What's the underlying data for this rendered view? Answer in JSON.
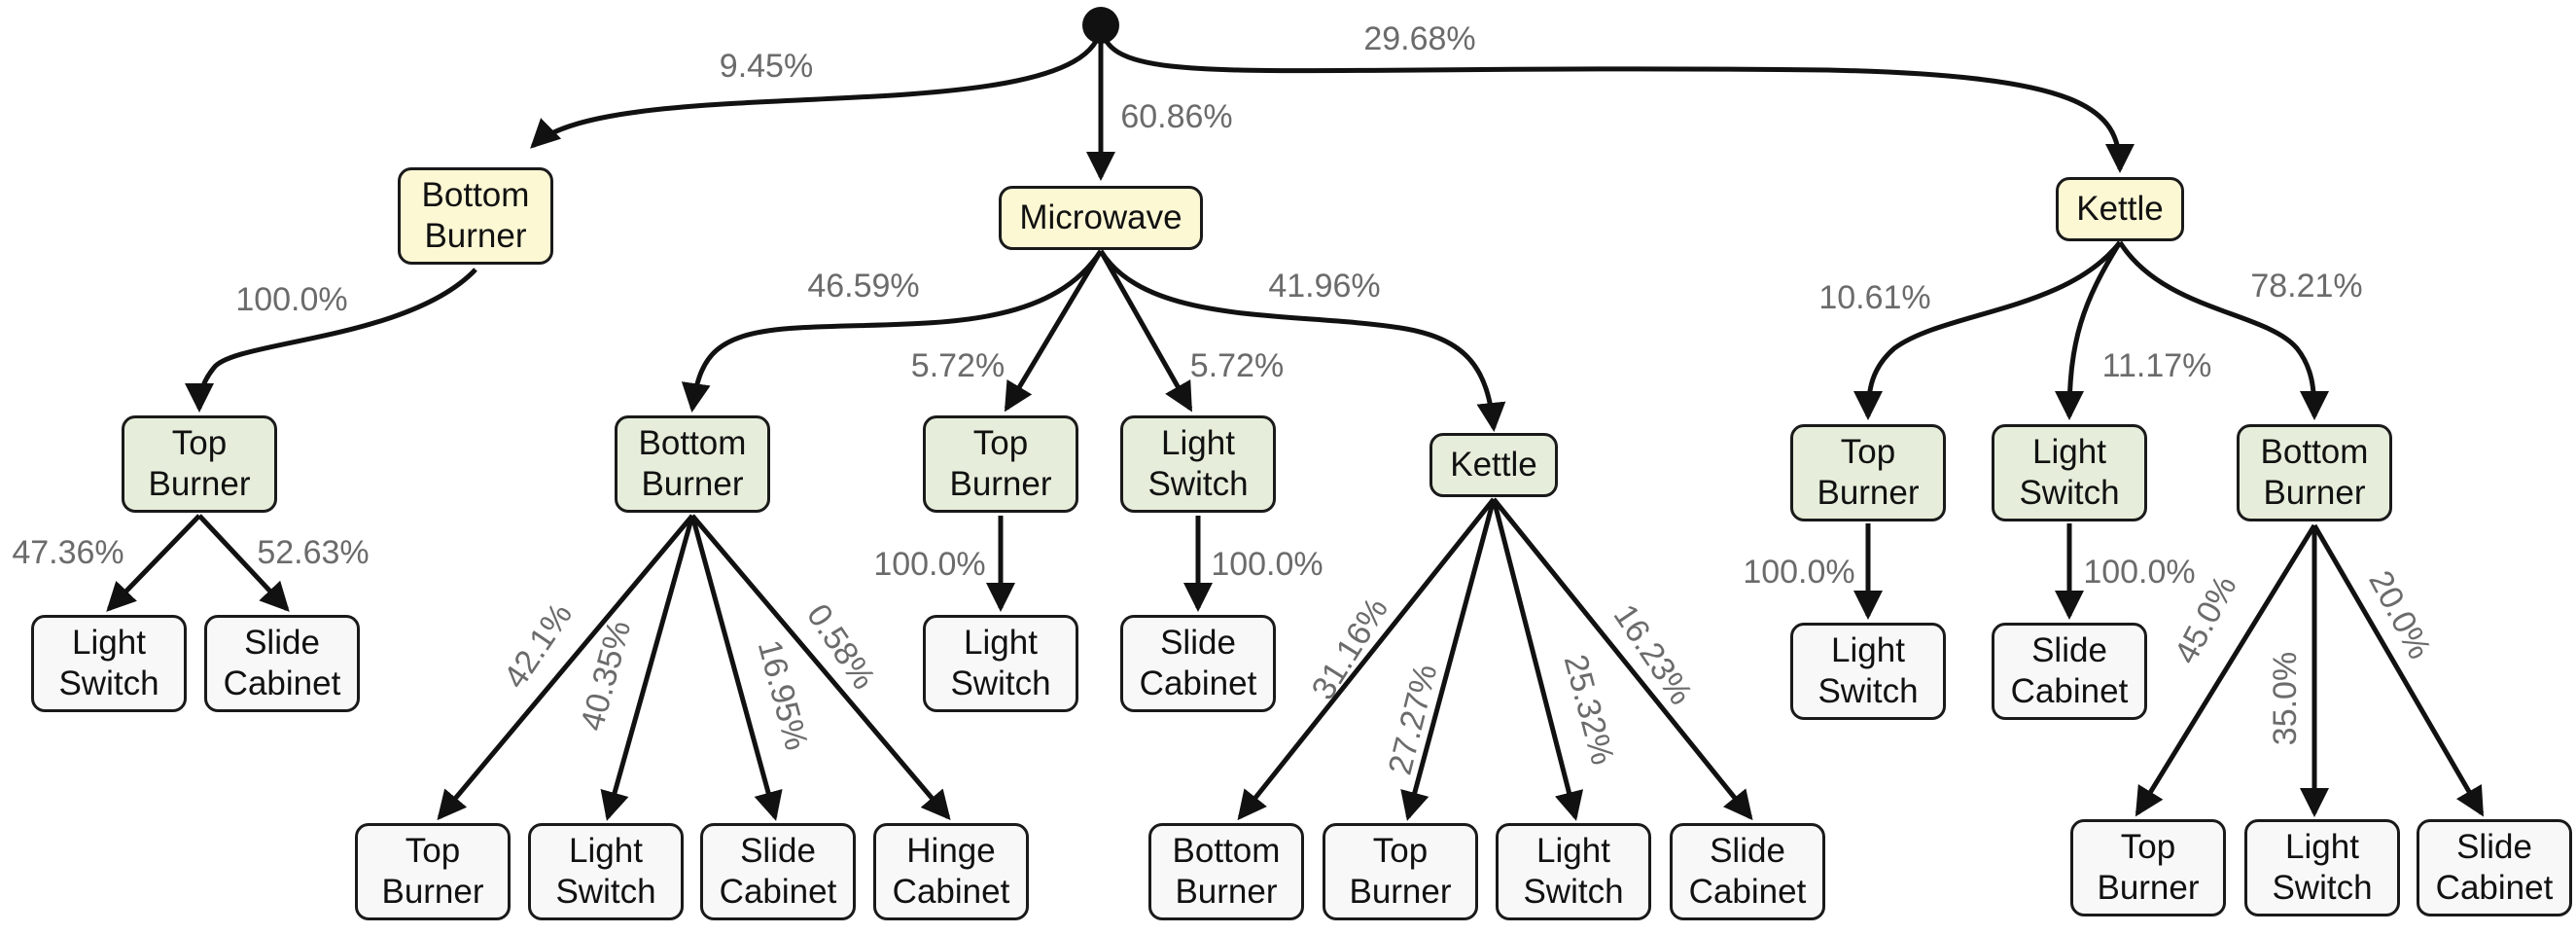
{
  "root": {
    "label": ""
  },
  "nodes": [
    {
      "id": "n1",
      "label": "Bottom\nBurner",
      "level": 1
    },
    {
      "id": "n2",
      "label": "Microwave",
      "level": 1
    },
    {
      "id": "n3",
      "label": "Kettle",
      "level": 1
    },
    {
      "id": "n11",
      "label": "Top\nBurner",
      "level": 2
    },
    {
      "id": "n21",
      "label": "Bottom\nBurner",
      "level": 2
    },
    {
      "id": "n22",
      "label": "Top\nBurner",
      "level": 2
    },
    {
      "id": "n23",
      "label": "Light\nSwitch",
      "level": 2
    },
    {
      "id": "n24",
      "label": "Kettle",
      "level": 2
    },
    {
      "id": "n31",
      "label": "Top\nBurner",
      "level": 2
    },
    {
      "id": "n32",
      "label": "Light\nSwitch",
      "level": 2
    },
    {
      "id": "n33",
      "label": "Bottom\nBurner",
      "level": 2
    },
    {
      "id": "n111",
      "label": "Light\nSwitch",
      "level": 3
    },
    {
      "id": "n112",
      "label": "Slide\nCabinet",
      "level": 3
    },
    {
      "id": "n211",
      "label": "Top\nBurner",
      "level": 3
    },
    {
      "id": "n212",
      "label": "Light\nSwitch",
      "level": 3
    },
    {
      "id": "n213",
      "label": "Slide\nCabinet",
      "level": 3
    },
    {
      "id": "n214",
      "label": "Hinge\nCabinet",
      "level": 3
    },
    {
      "id": "n221",
      "label": "Light\nSwitch",
      "level": 3
    },
    {
      "id": "n231",
      "label": "Slide\nCabinet",
      "level": 3
    },
    {
      "id": "n241",
      "label": "Bottom\nBurner",
      "level": 3
    },
    {
      "id": "n242",
      "label": "Top\nBurner",
      "level": 3
    },
    {
      "id": "n243",
      "label": "Light\nSwitch",
      "level": 3
    },
    {
      "id": "n244",
      "label": "Slide\nCabinet",
      "level": 3
    },
    {
      "id": "n311",
      "label": "Light\nSwitch",
      "level": 3
    },
    {
      "id": "n321",
      "label": "Slide\nCabinet",
      "level": 3
    },
    {
      "id": "n331",
      "label": "Top\nBurner",
      "level": 3
    },
    {
      "id": "n332",
      "label": "Light\nSwitch",
      "level": 3
    },
    {
      "id": "n333",
      "label": "Slide\nCabinet",
      "level": 3
    }
  ],
  "edges": [
    {
      "from": "root",
      "to": "n1",
      "label": "9.45%"
    },
    {
      "from": "root",
      "to": "n2",
      "label": "60.86%"
    },
    {
      "from": "root",
      "to": "n3",
      "label": "29.68%"
    },
    {
      "from": "n1",
      "to": "n11",
      "label": "100.0%"
    },
    {
      "from": "n2",
      "to": "n21",
      "label": "46.59%"
    },
    {
      "from": "n2",
      "to": "n22",
      "label": "5.72%"
    },
    {
      "from": "n2",
      "to": "n23",
      "label": "5.72%"
    },
    {
      "from": "n2",
      "to": "n24",
      "label": "41.96%"
    },
    {
      "from": "n3",
      "to": "n31",
      "label": "10.61%"
    },
    {
      "from": "n3",
      "to": "n32",
      "label": "11.17%"
    },
    {
      "from": "n3",
      "to": "n33",
      "label": "78.21%"
    },
    {
      "from": "n11",
      "to": "n111",
      "label": "47.36%"
    },
    {
      "from": "n11",
      "to": "n112",
      "label": "52.63%"
    },
    {
      "from": "n21",
      "to": "n211",
      "label": "42.1%"
    },
    {
      "from": "n21",
      "to": "n212",
      "label": "40.35%"
    },
    {
      "from": "n21",
      "to": "n213",
      "label": "16.95%"
    },
    {
      "from": "n21",
      "to": "n214",
      "label": "0.58%"
    },
    {
      "from": "n22",
      "to": "n221",
      "label": "100.0%"
    },
    {
      "from": "n23",
      "to": "n231",
      "label": "100.0%"
    },
    {
      "from": "n24",
      "to": "n241",
      "label": "31.16%"
    },
    {
      "from": "n24",
      "to": "n242",
      "label": "27.27%"
    },
    {
      "from": "n24",
      "to": "n243",
      "label": "25.32%"
    },
    {
      "from": "n24",
      "to": "n244",
      "label": "16.23%"
    },
    {
      "from": "n31",
      "to": "n311",
      "label": "100.0%"
    },
    {
      "from": "n32",
      "to": "n321",
      "label": "100.0%"
    },
    {
      "from": "n33",
      "to": "n331",
      "label": "45.0%"
    },
    {
      "from": "n33",
      "to": "n332",
      "label": "35.0%"
    },
    {
      "from": "n33",
      "to": "n333",
      "label": "20.0%"
    }
  ]
}
